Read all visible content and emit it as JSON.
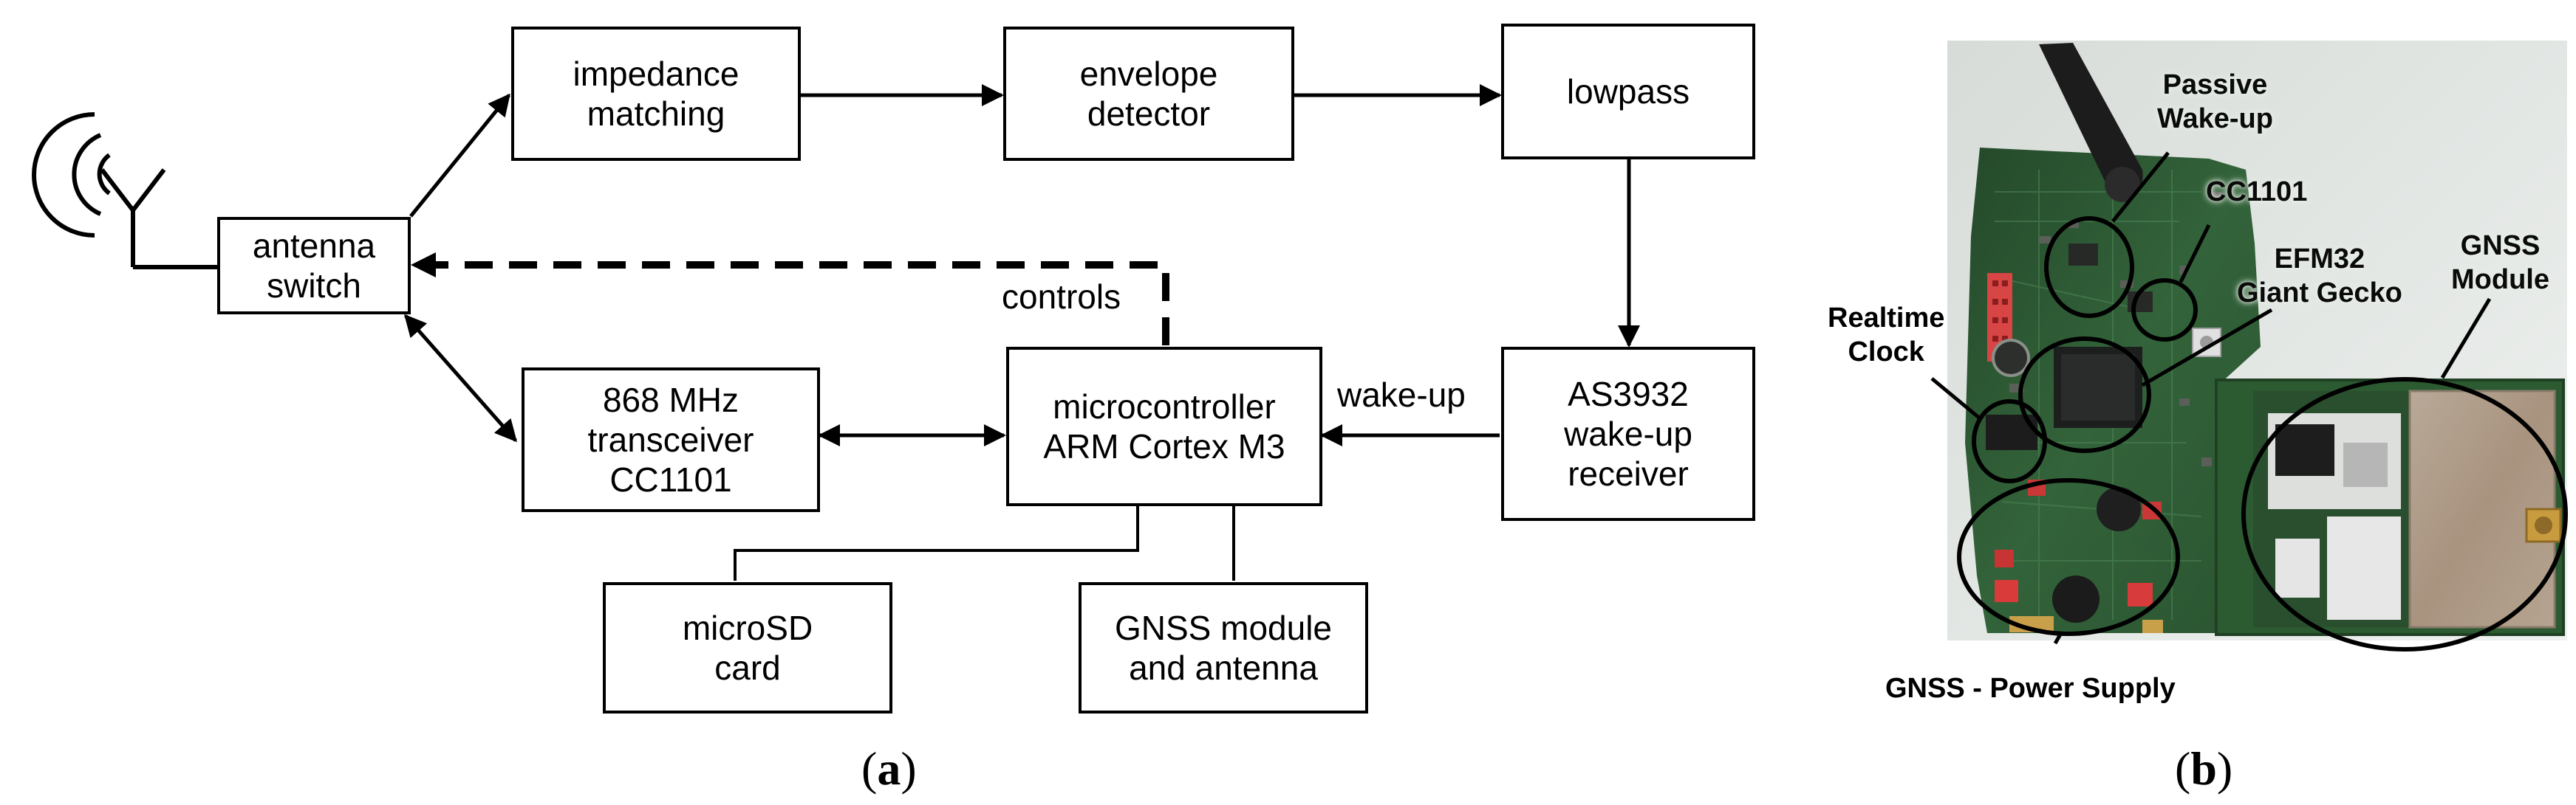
{
  "diagram_a": {
    "blocks": {
      "impedance": [
        "impedance",
        "matching"
      ],
      "envelope": [
        "envelope",
        "detector"
      ],
      "lowpass": [
        "lowpass"
      ],
      "antenna_switch": [
        "antenna",
        "switch"
      ],
      "transceiver": [
        "868 MHz",
        "transceiver",
        "CC1101"
      ],
      "mcu": [
        "microcontroller",
        "ARM Cortex M3"
      ],
      "wakeup_rx": [
        "AS3932",
        "wake-up",
        "receiver"
      ],
      "microsd": [
        "microSD",
        "card"
      ],
      "gnss": [
        "GNSS module",
        "and antenna"
      ]
    },
    "labels": {
      "controls": "controls",
      "wake_up": "wake-up"
    },
    "caption": {
      "open": "(",
      "letter": "a",
      "close": ")"
    }
  },
  "photo_b": {
    "annotations": {
      "passive_wakeup": [
        "Passive",
        "Wake-up"
      ],
      "cc1101": [
        "CC1101"
      ],
      "efm32": [
        "EFM32",
        "Giant Gecko"
      ],
      "gnss_module": [
        "GNSS",
        "Module"
      ],
      "realtime_clock": [
        "Realtime",
        "Clock"
      ],
      "power_supply": [
        "GNSS - Power Supply"
      ]
    },
    "caption": {
      "open": "(",
      "letter": "b",
      "close": ")"
    }
  },
  "colors": {
    "pcb": "#2f5a33",
    "pcb_dark": "#1f3f24",
    "background": "#e9ecea",
    "ink": "#000000"
  }
}
